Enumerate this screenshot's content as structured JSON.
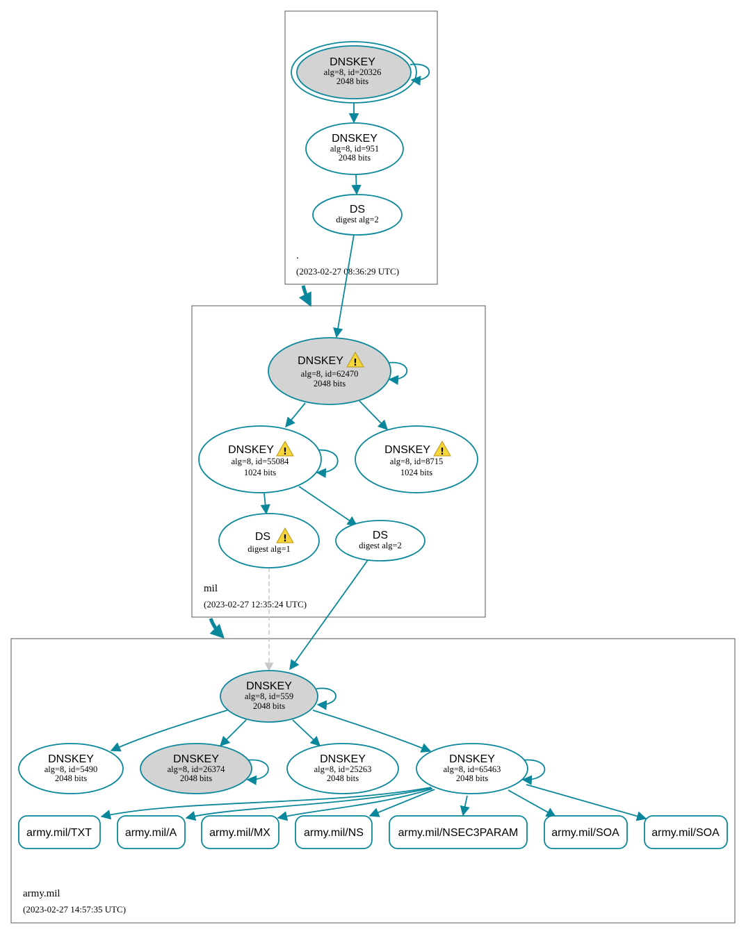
{
  "zones": {
    "root": {
      "name": ".",
      "timestamp": "(2023-02-27 08:36:29 UTC)"
    },
    "mil": {
      "name": "mil",
      "timestamp": "(2023-02-27 12:35:24 UTC)"
    },
    "army": {
      "name": "army.mil",
      "timestamp": "(2023-02-27 14:57:35 UTC)"
    }
  },
  "nodes": {
    "root_ksk": {
      "title": "DNSKEY",
      "line1": "alg=8, id=20326",
      "line2": "2048 bits"
    },
    "root_zsk": {
      "title": "DNSKEY",
      "line1": "alg=8, id=951",
      "line2": "2048 bits"
    },
    "root_ds": {
      "title": "DS",
      "line1": "digest alg=2"
    },
    "mil_ksk": {
      "title": "DNSKEY",
      "line1": "alg=8, id=62470",
      "line2": "2048 bits",
      "warning": true
    },
    "mil_zsk1": {
      "title": "DNSKEY",
      "line1": "alg=8, id=55084",
      "line2": "1024 bits",
      "warning": true
    },
    "mil_zsk2": {
      "title": "DNSKEY",
      "line1": "alg=8, id=8715",
      "line2": "1024 bits",
      "warning": true
    },
    "mil_ds1": {
      "title": "DS",
      "line1": "digest alg=1",
      "warning": true
    },
    "mil_ds2": {
      "title": "DS",
      "line1": "digest alg=2"
    },
    "army_ksk": {
      "title": "DNSKEY",
      "line1": "alg=8, id=559",
      "line2": "2048 bits"
    },
    "army_k5490": {
      "title": "DNSKEY",
      "line1": "alg=8, id=5490",
      "line2": "2048 bits"
    },
    "army_k26374": {
      "title": "DNSKEY",
      "line1": "alg=8, id=26374",
      "line2": "2048 bits"
    },
    "army_k25263": {
      "title": "DNSKEY",
      "line1": "alg=8, id=25263",
      "line2": "2048 bits"
    },
    "army_k65463": {
      "title": "DNSKEY",
      "line1": "alg=8, id=65463",
      "line2": "2048 bits"
    }
  },
  "rrsets": [
    "army.mil/TXT",
    "army.mil/A",
    "army.mil/MX",
    "army.mil/NS",
    "army.mil/NSEC3PARAM",
    "army.mil/SOA",
    "army.mil/SOA"
  ],
  "colors": {
    "edge": "#0a879a",
    "selfsigned_fill": "#d3d3d3",
    "node_fill": "#ffffff",
    "insecure_edge": "#c8c8c8",
    "warning": "#f5d63a"
  }
}
